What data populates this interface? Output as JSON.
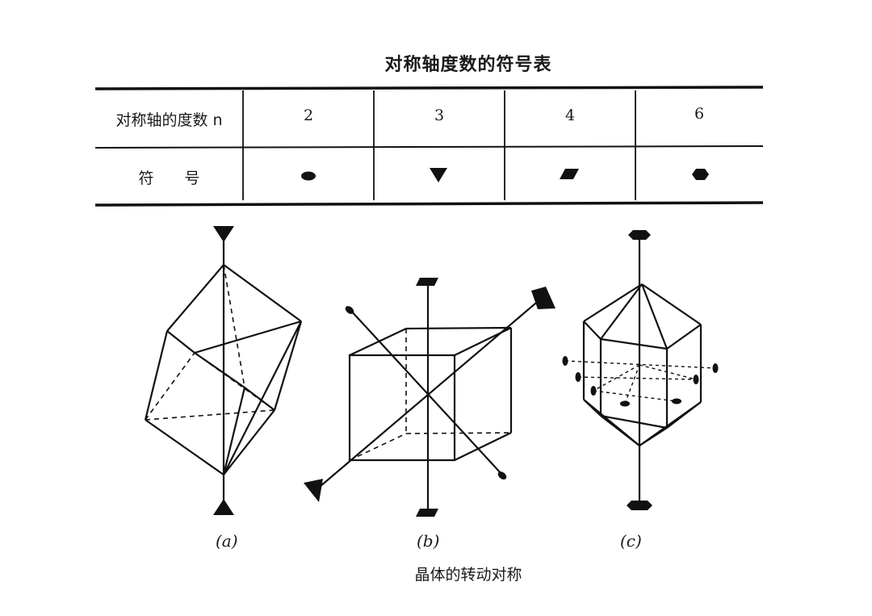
{
  "table": {
    "title": "对称轴度数的符号表",
    "row1_label": "对称轴的度数 n",
    "row2_label": "符　　号",
    "degrees": [
      "2",
      "3",
      "4",
      "6"
    ],
    "symbol_icons": [
      "lens-2fold-icon",
      "triangle-3fold-icon",
      "parallelogram-4fold-icon",
      "hexagon-6fold-icon"
    ]
  },
  "figures": {
    "labels": [
      "(a)",
      "(b)",
      "(c)"
    ],
    "caption": "晶体的转动对称"
  }
}
